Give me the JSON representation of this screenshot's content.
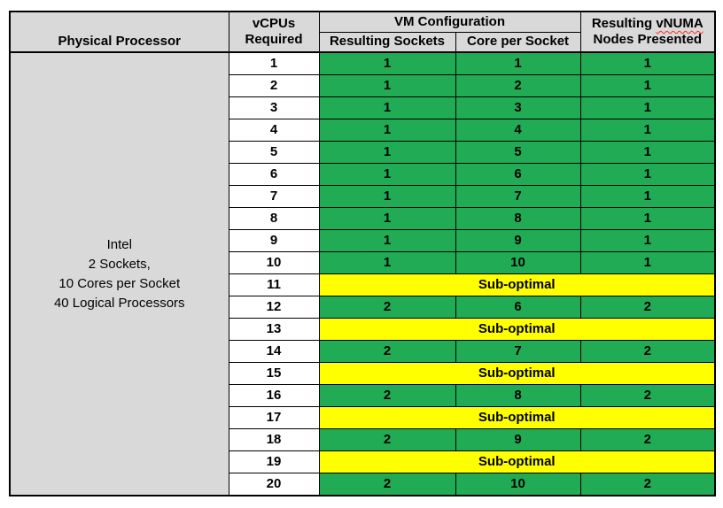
{
  "colors": {
    "header_gray": "#D9D9D9",
    "optimal_green": "#21AB54",
    "suboptimal_yellow": "#FFFF00",
    "border_black": "#000000",
    "spellcheck_red": "#FF2A1C"
  },
  "table": {
    "headers": {
      "physical_processor": "Physical Processor",
      "vcpus_line1": "vCPUs",
      "vcpus_line2": "Required",
      "vm_configuration": "VM Configuration",
      "resulting_sockets": "Resulting Sockets",
      "core_per_socket": "Core per Socket",
      "vnuma_prefix": "Resulting",
      "vnuma_word": "vNUMA",
      "vnuma_line2": "Nodes Presented"
    },
    "physical_processor_details": [
      "Intel",
      "2 Sockets,",
      "10 Cores per Socket",
      "40 Logical Processors"
    ],
    "rows": [
      {
        "vcpus": "1",
        "type": "optimal",
        "sockets": "1",
        "cores": "1",
        "vnuma": "1"
      },
      {
        "vcpus": "2",
        "type": "optimal",
        "sockets": "1",
        "cores": "2",
        "vnuma": "1"
      },
      {
        "vcpus": "3",
        "type": "optimal",
        "sockets": "1",
        "cores": "3",
        "vnuma": "1"
      },
      {
        "vcpus": "4",
        "type": "optimal",
        "sockets": "1",
        "cores": "4",
        "vnuma": "1"
      },
      {
        "vcpus": "5",
        "type": "optimal",
        "sockets": "1",
        "cores": "5",
        "vnuma": "1"
      },
      {
        "vcpus": "6",
        "type": "optimal",
        "sockets": "1",
        "cores": "6",
        "vnuma": "1"
      },
      {
        "vcpus": "7",
        "type": "optimal",
        "sockets": "1",
        "cores": "7",
        "vnuma": "1"
      },
      {
        "vcpus": "8",
        "type": "optimal",
        "sockets": "1",
        "cores": "8",
        "vnuma": "1"
      },
      {
        "vcpus": "9",
        "type": "optimal",
        "sockets": "1",
        "cores": "9",
        "vnuma": "1"
      },
      {
        "vcpus": "10",
        "type": "optimal",
        "sockets": "1",
        "cores": "10",
        "vnuma": "1"
      },
      {
        "vcpus": "11",
        "type": "suboptimal",
        "label": "Sub-optimal"
      },
      {
        "vcpus": "12",
        "type": "optimal",
        "sockets": "2",
        "cores": "6",
        "vnuma": "2"
      },
      {
        "vcpus": "13",
        "type": "suboptimal",
        "label": "Sub-optimal"
      },
      {
        "vcpus": "14",
        "type": "optimal",
        "sockets": "2",
        "cores": "7",
        "vnuma": "2"
      },
      {
        "vcpus": "15",
        "type": "suboptimal",
        "label": "Sub-optimal"
      },
      {
        "vcpus": "16",
        "type": "optimal",
        "sockets": "2",
        "cores": "8",
        "vnuma": "2"
      },
      {
        "vcpus": "17",
        "type": "suboptimal",
        "label": "Sub-optimal"
      },
      {
        "vcpus": "18",
        "type": "optimal",
        "sockets": "2",
        "cores": "9",
        "vnuma": "2"
      },
      {
        "vcpus": "19",
        "type": "suboptimal",
        "label": "Sub-optimal"
      },
      {
        "vcpus": "20",
        "type": "optimal",
        "sockets": "2",
        "cores": "10",
        "vnuma": "2"
      }
    ]
  }
}
